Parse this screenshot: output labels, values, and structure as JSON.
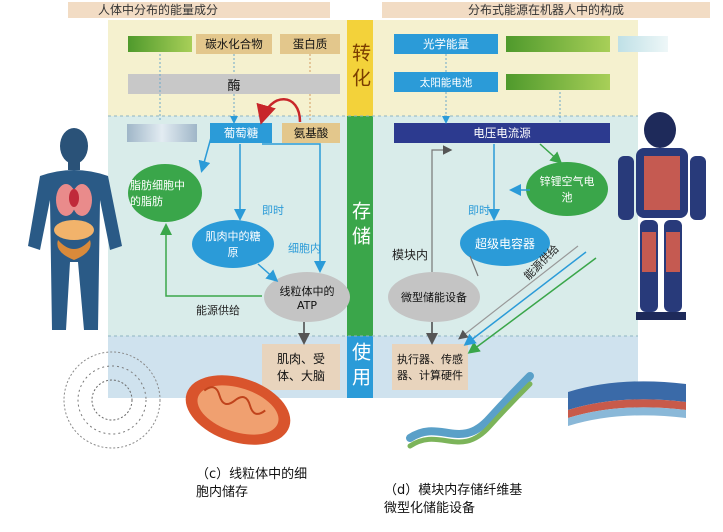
{
  "headers": {
    "left": "人体中分布的能量成分",
    "right": "分布式能源在机器人中的构成"
  },
  "stages": {
    "convert": "转化",
    "store": "存储",
    "use": "使用"
  },
  "left": {
    "carbohydrate": "碳水化合物",
    "protein": "蛋白质",
    "enzyme": "酶",
    "glucose": "葡萄糖",
    "amino_acid": "氨基酸",
    "fat": "脂肪细胞中的脂肪",
    "immediate": "即时",
    "glycogen": "肌肉中的糖原",
    "intracellular": "细胞内",
    "mito_atp": "线粒体中的 ATP",
    "energy_supply": "能源供给",
    "muscle": "肌肉、受体、大脑"
  },
  "right": {
    "light_energy": "光学能量",
    "solar_cell": "太阳能电池",
    "voltage_source": "电压电流源",
    "zinc_air": "锌锂空气电池",
    "immediate": "即时",
    "in_module": "模块内",
    "supercap": "超级电容器",
    "micro_storage": "微型储能设备",
    "energy_supply": "能源供给",
    "actuators": "执行器、传感器、计算硬件"
  },
  "captions": {
    "c": "（c）线粒体中的细胞内储存",
    "d": "（d）模块内存储纤维基微型化储能设备"
  },
  "colors": {
    "blue": "#2b9bd8",
    "navy": "#2c3a8f",
    "green": "#3aa64a",
    "yellow": "#f3d23a"
  }
}
